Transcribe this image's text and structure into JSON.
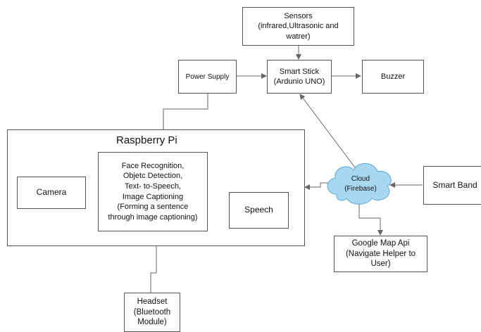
{
  "sensors": {
    "line1": "Sensors",
    "line2": "(infrared,Ultrasonic and",
    "line3": "watrer)"
  },
  "power_supply": "Power Supply",
  "smart_stick": {
    "line1": "Smart Stick",
    "line2": "(Ardunio UNO)"
  },
  "buzzer": "Buzzer",
  "raspberry_pi": "Raspberry Pi",
  "processing": {
    "line1": "Face Recognition,",
    "line2": "Objetc Detection,",
    "line3": "Text- to-Speech,",
    "line4": "Image Captioning",
    "line5": "(Forming a sentence",
    "line6": "through image captioning)"
  },
  "camera": "Camera",
  "speech": "Speech",
  "cloud": {
    "line1": "Cloud",
    "line2": "(Firebase)",
    "color": "#a8d8f0"
  },
  "smart_band": "Smart Band",
  "google_map": {
    "line1": "Google Map Api",
    "line2": "(Navigate Helper to",
    "line3": "User)"
  },
  "headset": {
    "line1": "Headset",
    "line2": "(Bluetooth",
    "line3": "Module)"
  }
}
